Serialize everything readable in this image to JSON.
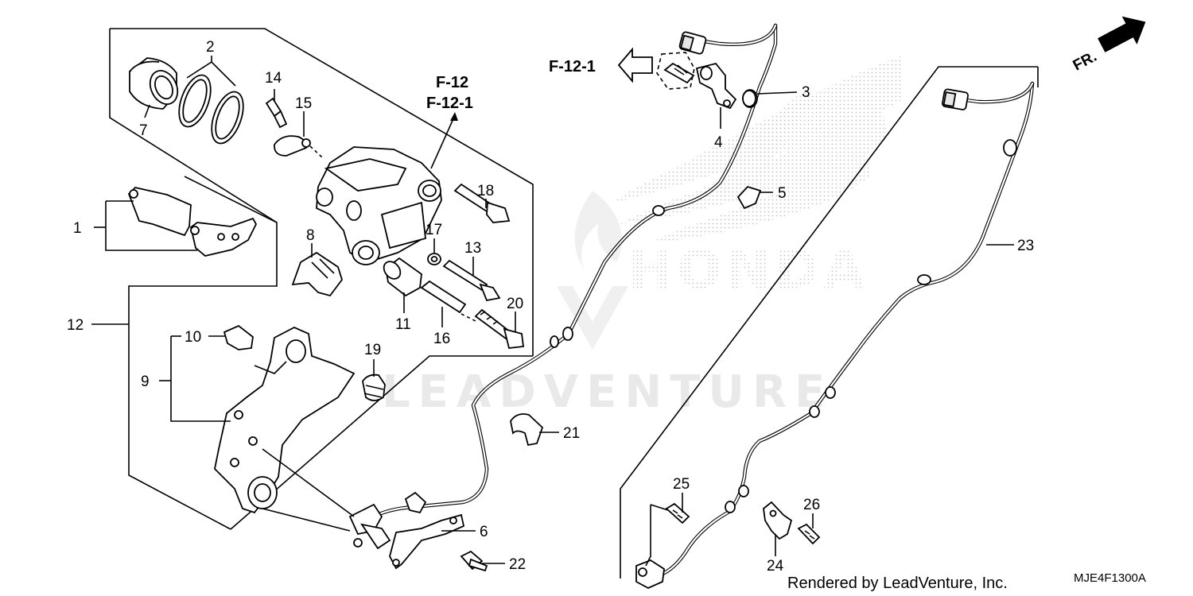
{
  "diagram": {
    "references": {
      "main": "F-12",
      "sub": "F-12-1",
      "arrow": "F-12-1"
    },
    "front_indicator": "FR.",
    "watermark_brand": "HONDA",
    "watermark_text": "LEADVENTURE",
    "credit": "Rendered by LeadVenture, Inc.",
    "diagram_code": "MJE4F1300A",
    "callouts": [
      "1",
      "2",
      "3",
      "4",
      "5",
      "6",
      "7",
      "8",
      "9",
      "10",
      "11",
      "12",
      "13",
      "14",
      "15",
      "16",
      "17",
      "18",
      "19",
      "20",
      "21",
      "22",
      "23",
      "24",
      "25",
      "26"
    ]
  }
}
